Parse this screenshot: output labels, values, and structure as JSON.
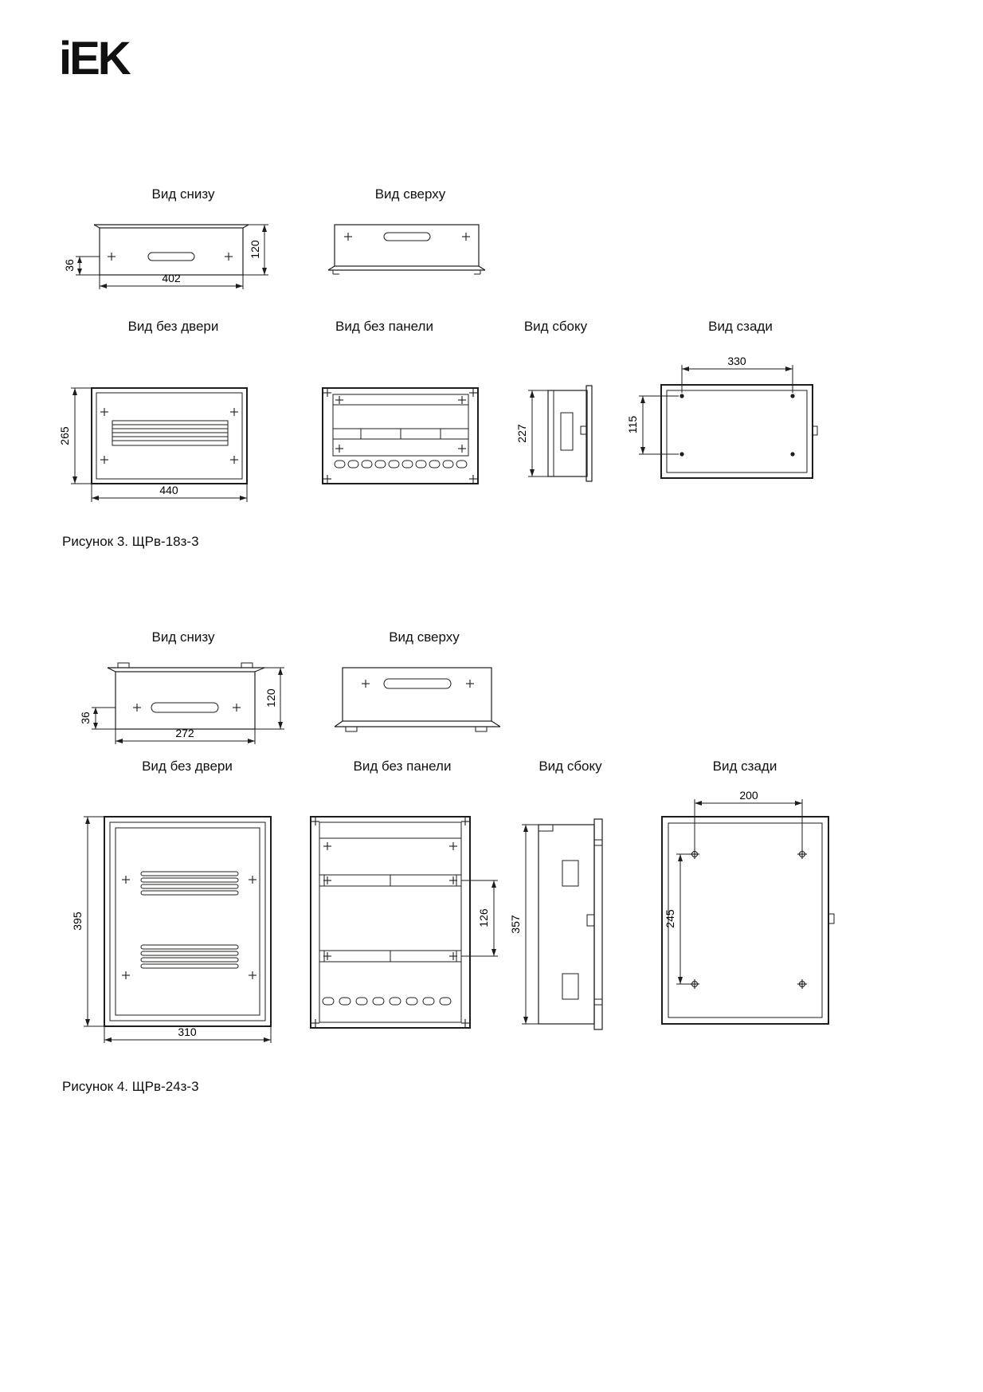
{
  "logo": {
    "text": "iEK"
  },
  "figure3": {
    "caption": "Рисунок 3. ЩРв-18з-3",
    "views": {
      "bottom": {
        "title": "Вид снизу",
        "dim_offset": "36",
        "dim_width": "402",
        "dim_depth": "120"
      },
      "top": {
        "title": "Вид сверху"
      },
      "no_door": {
        "title": "Вид без двери",
        "dim_height": "265",
        "dim_width": "440"
      },
      "no_panel": {
        "title": "Вид без панели"
      },
      "side": {
        "title": "Вид сбоку",
        "dim_height": "227"
      },
      "rear": {
        "title": "Вид сзади",
        "dim_mount_width": "330",
        "dim_mount_height": "115"
      }
    }
  },
  "figure4": {
    "caption": "Рисунок 4. ЩРв-24з-3",
    "views": {
      "bottom": {
        "title": "Вид снизу",
        "dim_offset": "36",
        "dim_width": "272",
        "dim_depth": "120"
      },
      "top": {
        "title": "Вид сверху"
      },
      "no_door": {
        "title": "Вид без двери",
        "dim_height": "395",
        "dim_width": "310"
      },
      "no_panel": {
        "title": "Вид без панели",
        "dim_rail_gap": "126"
      },
      "side": {
        "title": "Вид сбоку",
        "dim_height": "357"
      },
      "rear": {
        "title": "Вид сзади",
        "dim_mount_width": "200",
        "dim_mount_height": "245"
      }
    }
  }
}
